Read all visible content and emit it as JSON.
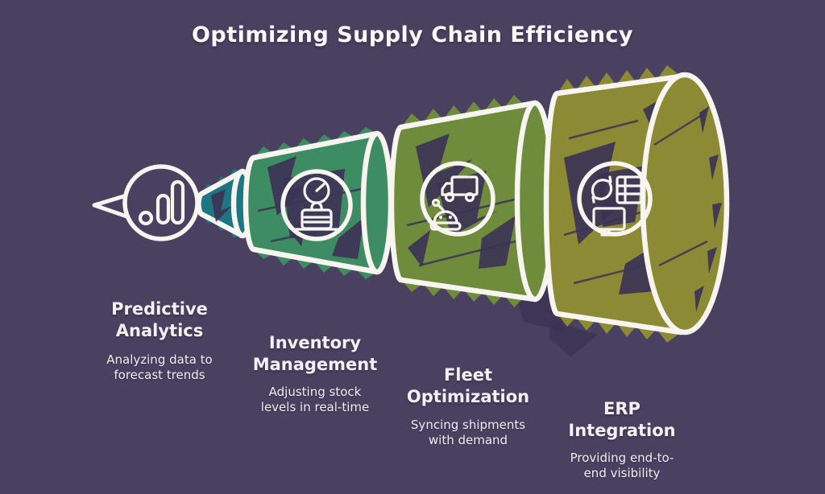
{
  "title": "Optimizing Supply Chain Efficiency",
  "colors": {
    "background": "#4a4060",
    "outline": "#f8f4ef",
    "text": "#f6f0f6",
    "shadow": "#3c3355",
    "stage1": "#1d7681",
    "stage2": "#3e8c64",
    "stage3": "#6e8c3c",
    "stage4": "#8c8a35"
  },
  "stages": [
    {
      "label": "Predictive\nAnalytics",
      "description": "Analyzing data to\nforecast trends",
      "icon": "analytics-icon",
      "color": "#1d7681"
    },
    {
      "label": "Inventory\nManagement",
      "description": "Adjusting stock\nlevels in real-time",
      "icon": "inventory-icon",
      "color": "#3e8c64"
    },
    {
      "label": "Fleet\nOptimization",
      "description": "Syncing shipments\nwith demand",
      "icon": "fleet-icon",
      "color": "#6e8c3c"
    },
    {
      "label": "ERP\nIntegration",
      "description": "Providing end-to-\nend visibility",
      "icon": "erp-icon",
      "color": "#8c8a35"
    }
  ]
}
